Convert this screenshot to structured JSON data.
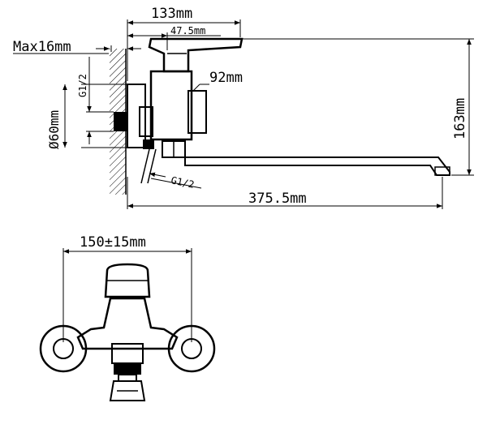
{
  "dimensions": {
    "total_width": "133mm",
    "handle_offset": "47.5mm",
    "wall_thickness": "Max16mm",
    "thread_top": "G1/2",
    "body_height": "92mm",
    "flange_diameter": "Ø60mm",
    "spout_height": "163mm",
    "thread_bottom": "G1/2",
    "spout_length": "375.5mm",
    "center_distance": "150±15mm"
  }
}
